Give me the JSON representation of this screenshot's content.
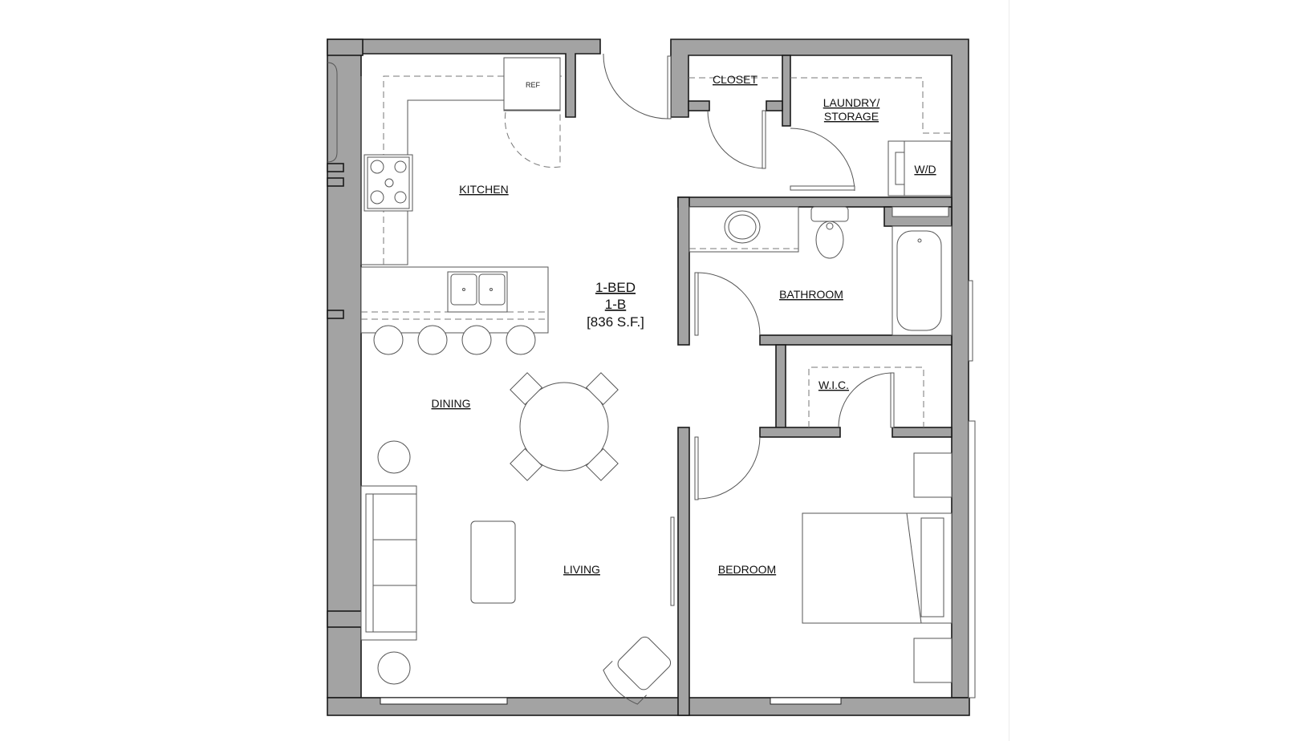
{
  "plan": {
    "unit_name": "1-BED",
    "unit_type": "1-B",
    "area": "[836 S.F.]",
    "colors": {
      "wall_fill": "#a3a3a3",
      "wall_outline": "#1a1a1a",
      "fixture_line": "#555555",
      "background": "#ffffff"
    }
  },
  "rooms": {
    "kitchen": "KITCHEN",
    "closet": "CLOSET",
    "laundry_line1": "LAUNDRY/",
    "laundry_line2": "STORAGE",
    "washer_dryer": "W/D",
    "bathroom": "BATHROOM",
    "wic": "W.I.C.",
    "dining": "DINING",
    "living": "LIVING",
    "bedroom": "BEDROOM"
  },
  "fixtures": {
    "refrigerator": "REF"
  }
}
